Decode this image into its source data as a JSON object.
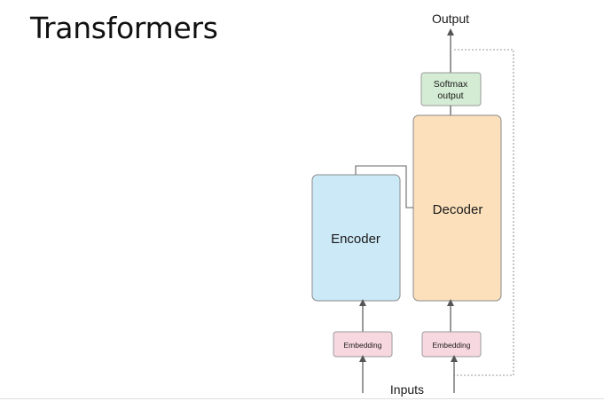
{
  "slide": {
    "title": "Transformers"
  },
  "diagram": {
    "output_label": "Output",
    "softmax_line1": "Softmax",
    "softmax_line2": "output",
    "encoder_label": "Encoder",
    "decoder_label": "Decoder",
    "embedding_left_label": "Embedding",
    "embedding_right_label": "Embedding",
    "inputs_label": "Inputs"
  },
  "colors": {
    "encoder_fill": "#cce9f7",
    "decoder_fill": "#fbe0bb",
    "softmax_fill": "#d4ecd4",
    "embedding_fill": "#f8d8e0",
    "line": "#555555",
    "dotted_line": "#999999"
  }
}
